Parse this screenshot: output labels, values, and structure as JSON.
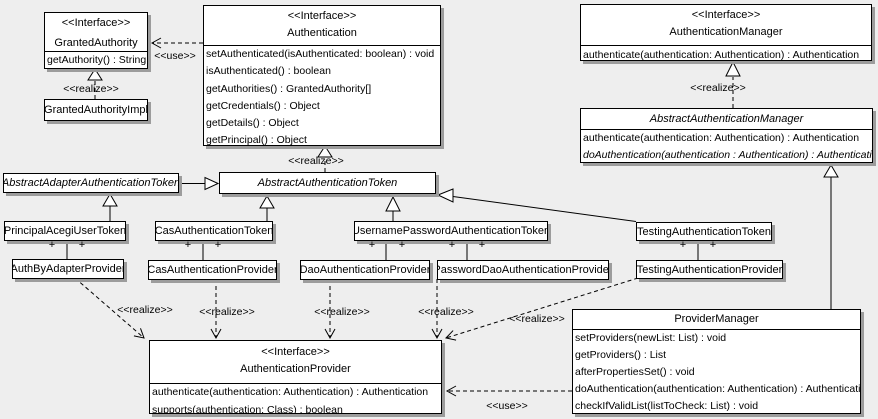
{
  "palette": {
    "background": "#eeeeee",
    "box_fill": "#ffffff",
    "line": "#000000",
    "shadow": "#9c9c9c"
  },
  "plus": "+",
  "labels": {
    "use_authentication": "<<use>>",
    "realize_granted_authority": "<<realize>>",
    "realize_authentication": "<<realize>>",
    "realize_authentication_manager": "<<realize>>",
    "realize_auth_by_adapter": "<<realize>>",
    "realize_cas": "<<realize>>",
    "realize_dao": "<<realize>>",
    "realize_password_dao": "<<realize>>",
    "realize_testing": "<<realize>>",
    "use_authentication_provider": "<<use>>"
  },
  "classes": {
    "granted_authority": {
      "stereotype": "<<Interface>>",
      "name": "GrantedAuthority",
      "methods": [
        "getAuthority() : String"
      ]
    },
    "granted_authority_impl": {
      "name": "GrantedAuthorityImpl"
    },
    "authentication": {
      "stereotype": "<<Interface>>",
      "name": "Authentication",
      "methods": [
        "setAuthenticated(isAuthenticated: boolean) : void",
        "isAuthenticated() : boolean",
        "getAuthorities() : GrantedAuthority[]",
        "getCredentials() : Object",
        "getDetails() : Object",
        "getPrincipal() : Object"
      ]
    },
    "authentication_manager": {
      "stereotype": "<<Interface>>",
      "name": "AuthenticationManager",
      "methods": [
        "authenticate(authentication: Authentication) : Authentication"
      ]
    },
    "abstract_authentication_manager": {
      "name": "AbstractAuthenticationManager",
      "methods": [
        "authenticate(authentication: Authentication) : Authentication",
        "doAuthentication(authentication : Authentication) : Authentication"
      ]
    },
    "abstract_adapter_authentication_token": {
      "name": "AbstractAdapterAuthenticationToken"
    },
    "abstract_authentication_token": {
      "name": "AbstractAuthenticationToken"
    },
    "principal_acegi_user_token": {
      "name": "PrincipalAcegiUserToken"
    },
    "cas_authentication_token": {
      "name": "CasAuthenticationToken"
    },
    "username_password_authentication_token": {
      "name": "UsernamePasswordAuthenticationToken"
    },
    "testing_authentication_token": {
      "name": "TestingAuthenticationToken"
    },
    "auth_by_adapter_provider": {
      "name": "AuthByAdapterProvider"
    },
    "cas_authentication_provider": {
      "name": "CasAuthenticationProvider"
    },
    "dao_authentication_provider": {
      "name": "DaoAuthenticationProvider"
    },
    "password_dao_authentication_provider": {
      "name": "PasswordDaoAuthenticationProvider"
    },
    "testing_authentication_provider": {
      "name": "TestingAuthenticationProvider"
    },
    "authentication_provider": {
      "stereotype": "<<Interface>>",
      "name": "AuthenticationProvider",
      "methods": [
        "authenticate(authentication: Authentication) : Authentication",
        "supports(authentication: Class) : boolean"
      ]
    },
    "provider_manager": {
      "name": "ProviderManager",
      "methods": [
        "setProviders(newList: List) : void",
        "getProviders() : List",
        "afterPropertiesSet() : void",
        "doAuthentication(authentication: Authentication) : Authentication",
        "checkIfValidList(listToCheck: List) : void"
      ]
    }
  }
}
